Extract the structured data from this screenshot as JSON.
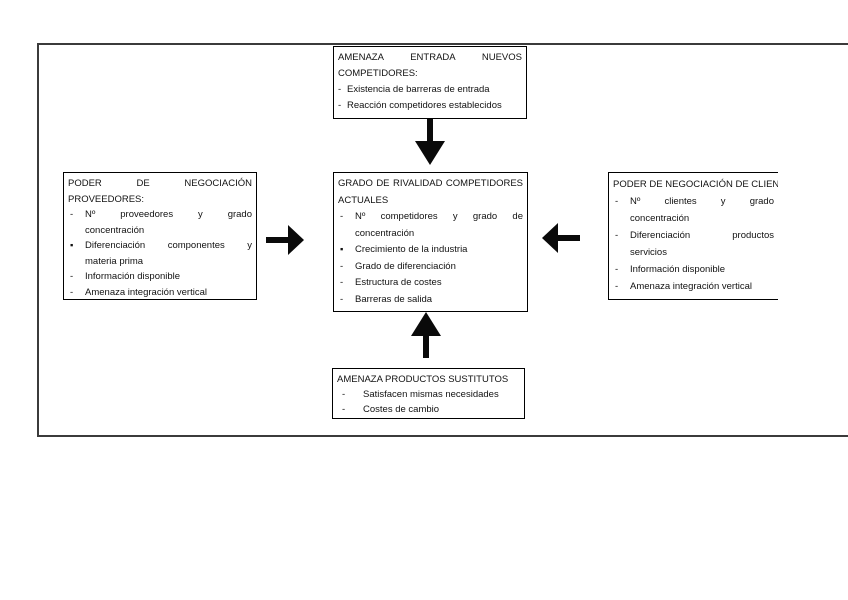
{
  "colors": {
    "box_border": "#000000",
    "frame_border": "#3b3b3b",
    "arrow": "#0a0a0a",
    "text": "#121212",
    "background": "#ffffff"
  },
  "boxes": {
    "new_entrants": {
      "title_lines": [
        "AMENAZA ENTRADA NUEVOS",
        "COMPETIDORES:"
      ],
      "bullets": [
        {
          "marker": "-",
          "lines": [
            "Existencia de barreras de entrada"
          ]
        },
        {
          "marker": "-",
          "lines": [
            "Reacción competidores establecidos"
          ]
        }
      ]
    },
    "suppliers": {
      "title_lines": [
        "PODER DE NEGOCIACIÓN",
        "PROVEEDORES:"
      ],
      "bullets": [
        {
          "marker": "-",
          "lines": [
            "Nº proveedores y grado",
            "concentración"
          ]
        },
        {
          "marker": "▪",
          "lines": [
            "Diferenciación componentes y",
            "materia prima"
          ]
        },
        {
          "marker": "-",
          "lines": [
            "Información disponible"
          ]
        },
        {
          "marker": "-",
          "lines": [
            "Amenaza integración vertical"
          ]
        }
      ]
    },
    "rivalry": {
      "title_lines": [
        "GRADO DE RIVALIDAD COMPETIDORES",
        "ACTUALES"
      ],
      "bullets": [
        {
          "marker": "-",
          "lines": [
            "Nº competidores y grado de",
            "concentración"
          ]
        },
        {
          "marker": "▪",
          "lines": [
            "Crecimiento de la industria"
          ]
        },
        {
          "marker": "-",
          "lines": [
            "Grado de diferenciación"
          ]
        },
        {
          "marker": "-",
          "lines": [
            "Estructura de costes"
          ]
        },
        {
          "marker": "-",
          "lines": [
            "Barreras de salida"
          ]
        }
      ]
    },
    "customers": {
      "title_lines": [
        "PODER DE NEGOCIACIÓN DE CLIEN"
      ],
      "bullets": [
        {
          "marker": "-",
          "lines": [
            "Nº clientes y grado",
            "concentración"
          ]
        },
        {
          "marker": "-",
          "lines": [
            "Diferenciación productos",
            "servicios"
          ]
        },
        {
          "marker": "-",
          "lines": [
            "Información disponible"
          ]
        },
        {
          "marker": "-",
          "lines": [
            "Amenaza integración vertical"
          ]
        }
      ]
    },
    "substitutes": {
      "title_lines": [
        "AMENAZA PRODUCTOS SUSTITUTOS"
      ],
      "bullets": [
        {
          "marker": "-",
          "lines": [
            "Satisfacen mismas necesidades"
          ]
        },
        {
          "marker": "-",
          "lines": [
            "Costes de cambio"
          ]
        }
      ]
    }
  }
}
